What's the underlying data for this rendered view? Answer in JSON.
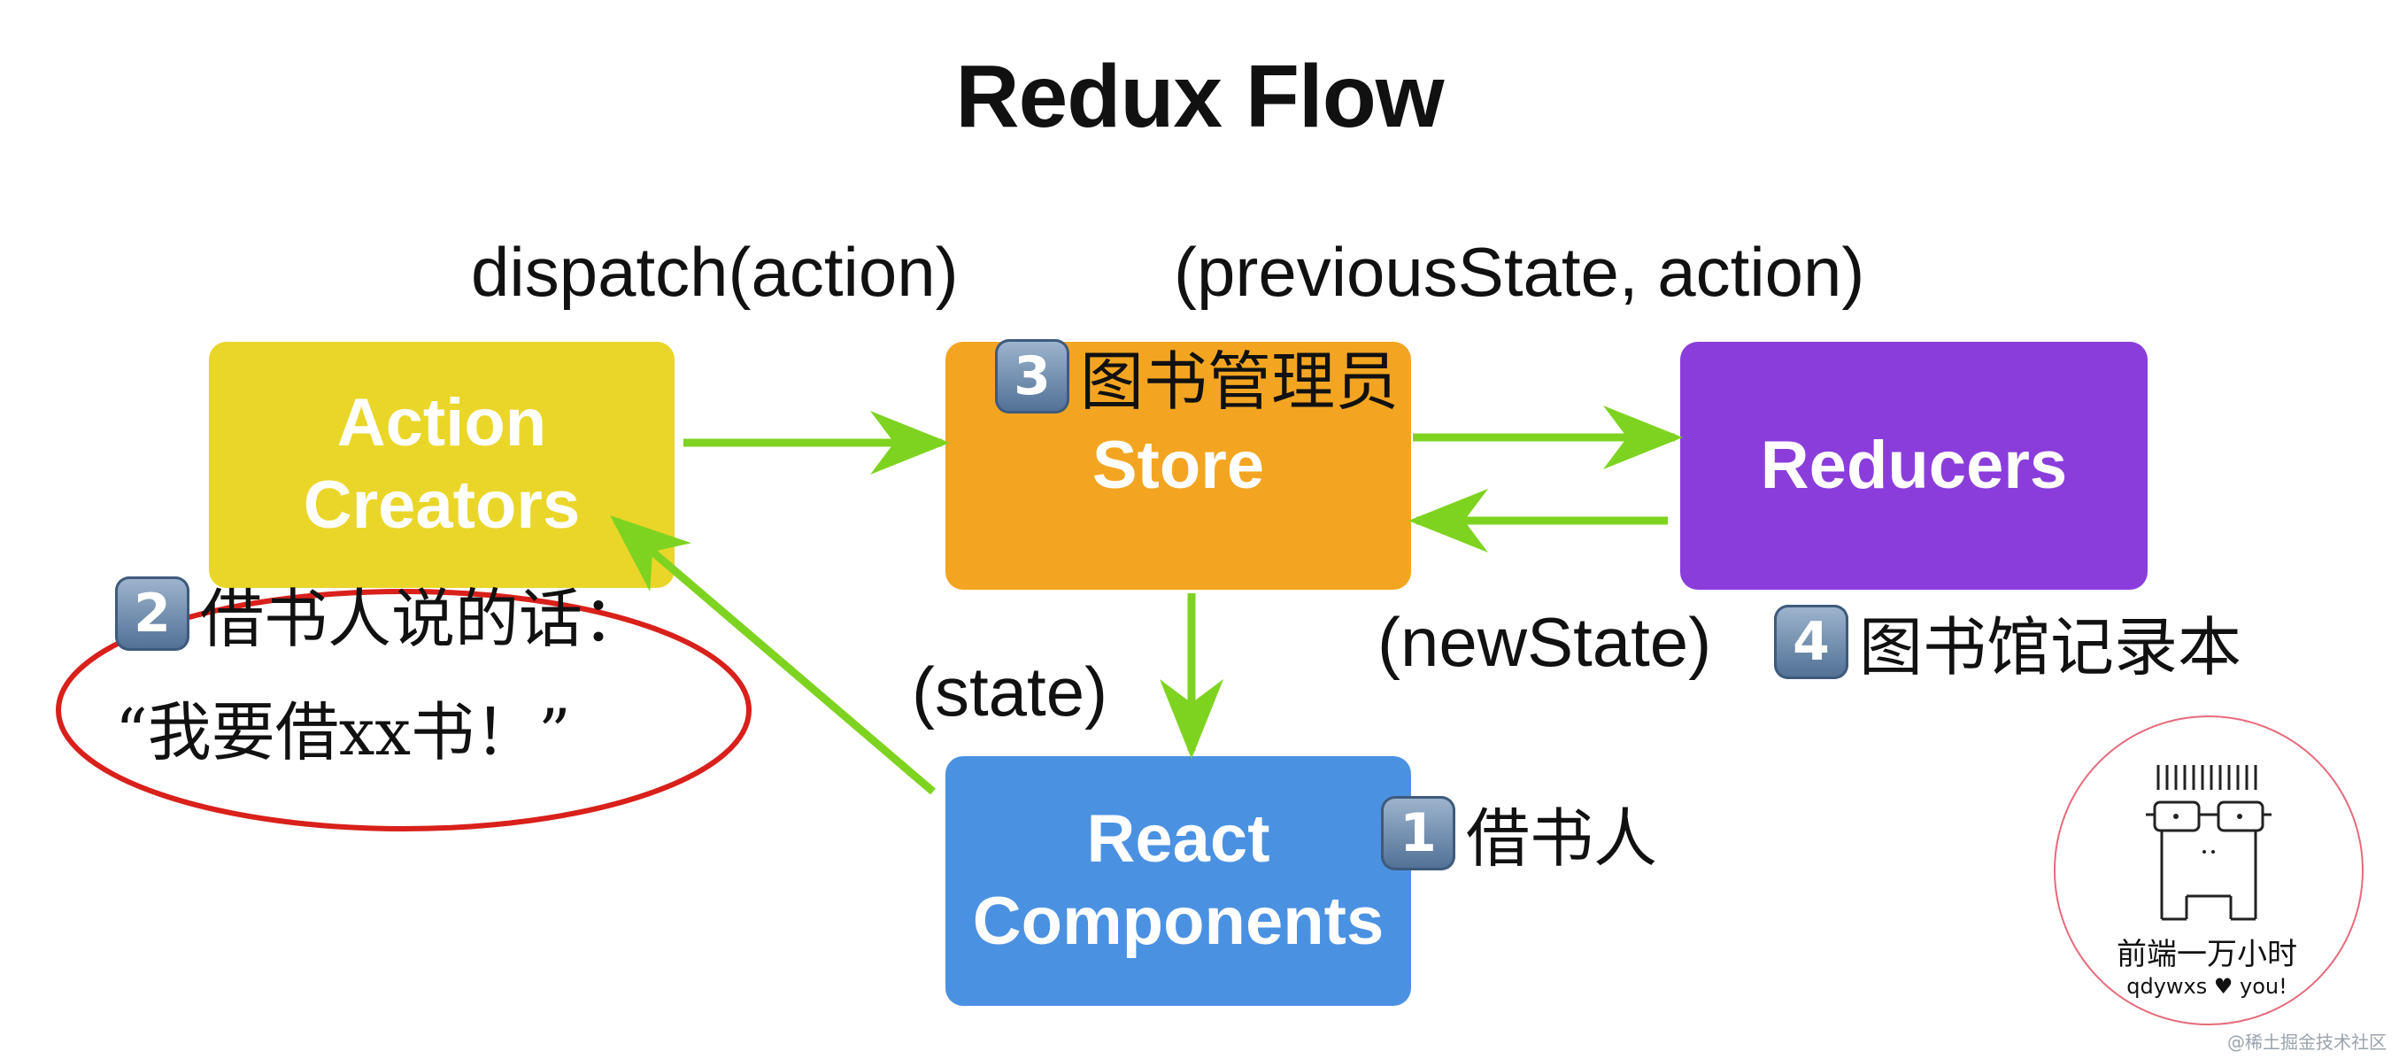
{
  "title": "Redux Flow",
  "nodes": {
    "action_creators": {
      "lines": [
        "Action",
        "Creators"
      ],
      "color": "#EAD629"
    },
    "store": {
      "lines": [
        "Store"
      ],
      "color": "#F3A521"
    },
    "reducers": {
      "lines": [
        "Reducers"
      ],
      "color": "#8B3DDB"
    },
    "react_components": {
      "lines": [
        "React",
        "Components"
      ],
      "color": "#4B91E2"
    }
  },
  "edge_labels": {
    "dispatch": "dispatch(action)",
    "previous_state": "(previousState, action)",
    "new_state": "(newState)",
    "state": "(state)"
  },
  "annotations": {
    "n1": {
      "badge": "1",
      "text": "借书人"
    },
    "n2": {
      "badge": "2",
      "text": "借书人说的话：",
      "quote": "“我要借xx书！”"
    },
    "n3": {
      "badge": "3",
      "text": "图书管理员"
    },
    "n4": {
      "badge": "4",
      "text": "图书馆记录本"
    }
  },
  "logo": {
    "title": "前端一万小时",
    "subtitle": "qdywxs ♥ you!"
  },
  "watermark": "@稀土掘金技术社区",
  "colors": {
    "arrow": "#7ED321",
    "highlight_ellipse": "#D9201B"
  }
}
